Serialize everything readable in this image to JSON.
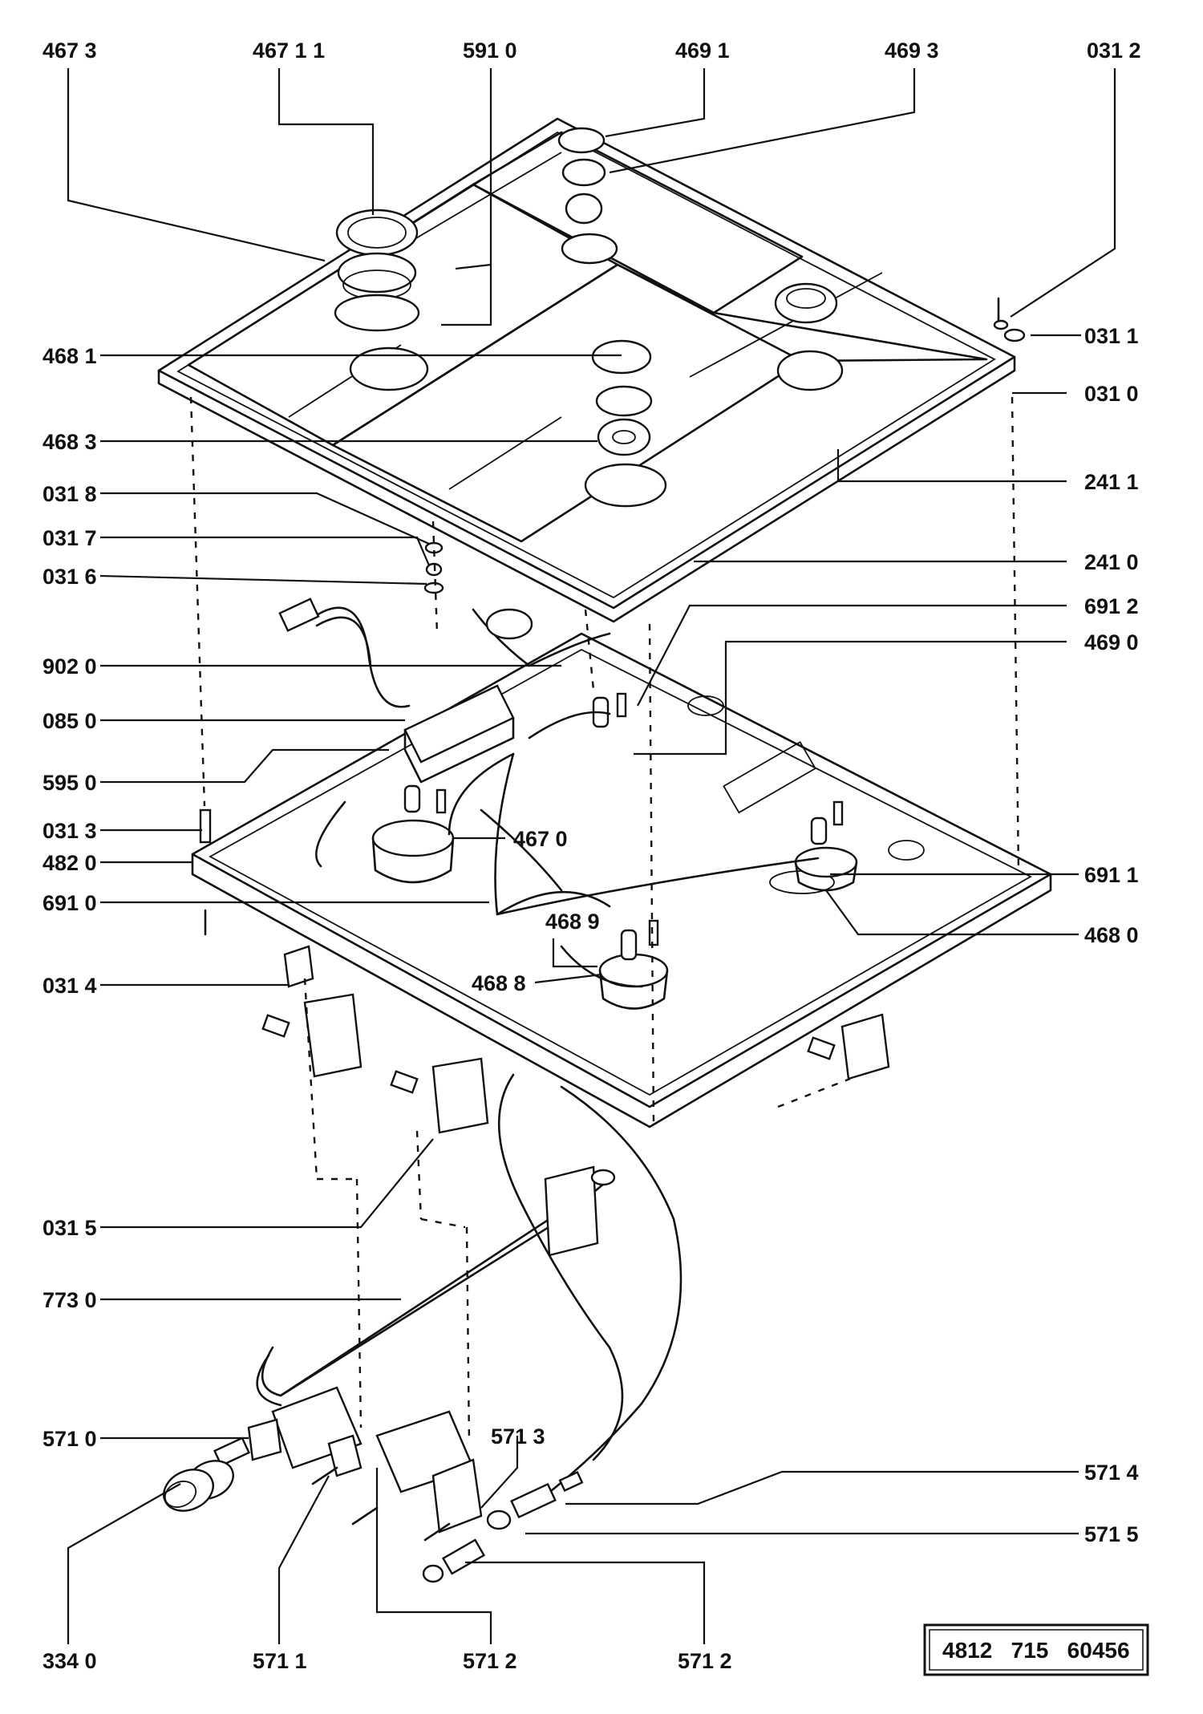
{
  "labels": {
    "l4673": "467 3",
    "l46711": "467 1 1",
    "l5910": "591 0",
    "l4691": "469 1",
    "l4693": "469  3",
    "l0312": "031 2",
    "l0311": "031 1",
    "l0310": "031 0",
    "l4681": "468 1",
    "l4683": "468 3",
    "l2411": "241 1",
    "l0318": "031 8",
    "l0317": "031 7",
    "l0316": "031 6",
    "l2410": "241 0",
    "l6912": "691 2",
    "l4690": "469 0",
    "l9020": "902 0",
    "l0850": "085 0",
    "l5950": "595 0",
    "l0313": "031 3",
    "l4670": "467 0",
    "l4820": "482 0",
    "l6911": "691 1",
    "l6910": "691 0",
    "l4689": "468  9",
    "l4680": "468 0",
    "l0314": "031 4",
    "l4688": "468 8",
    "l0315": "031 5",
    "l7730": "773 0",
    "l5710": "571 0",
    "l5713": "571  3",
    "l5714": "571 4",
    "l5715": "571 5",
    "l3340": "334 0",
    "l5711": "571 1",
    "l5712a": "571  2",
    "l5712b": "571  2"
  },
  "drawing_code": "4812   715   60456"
}
